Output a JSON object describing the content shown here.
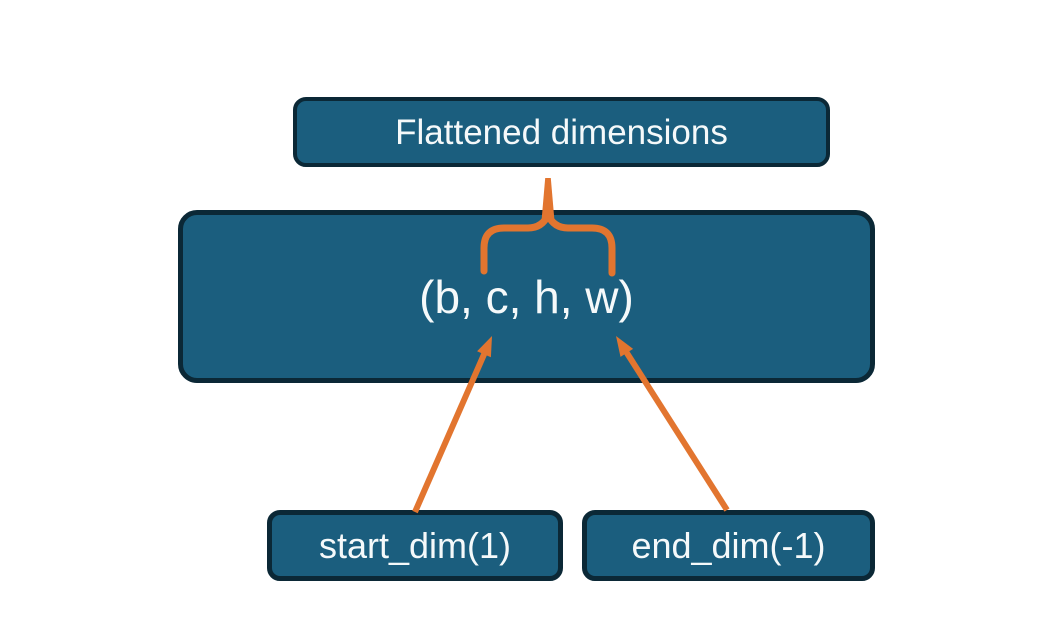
{
  "diagram": {
    "title_box": {
      "label": "Flattened dimensions"
    },
    "tensor_box": {
      "label": "(b, c, h, w)"
    },
    "start_dim_box": {
      "label": "start_dim(1)"
    },
    "end_dim_box": {
      "label": "end_dim(-1)"
    }
  },
  "icons": {
    "brace": "upward-curly-brace-connector",
    "arrows": [
      "start-dim-arrow",
      "end-dim-arrow"
    ]
  },
  "colors": {
    "node_fill": "#1B5E7E",
    "node_border": "#0B2836",
    "connector": "#E2752F",
    "text": "#F5F9FA",
    "background": "#FFFFFF"
  }
}
